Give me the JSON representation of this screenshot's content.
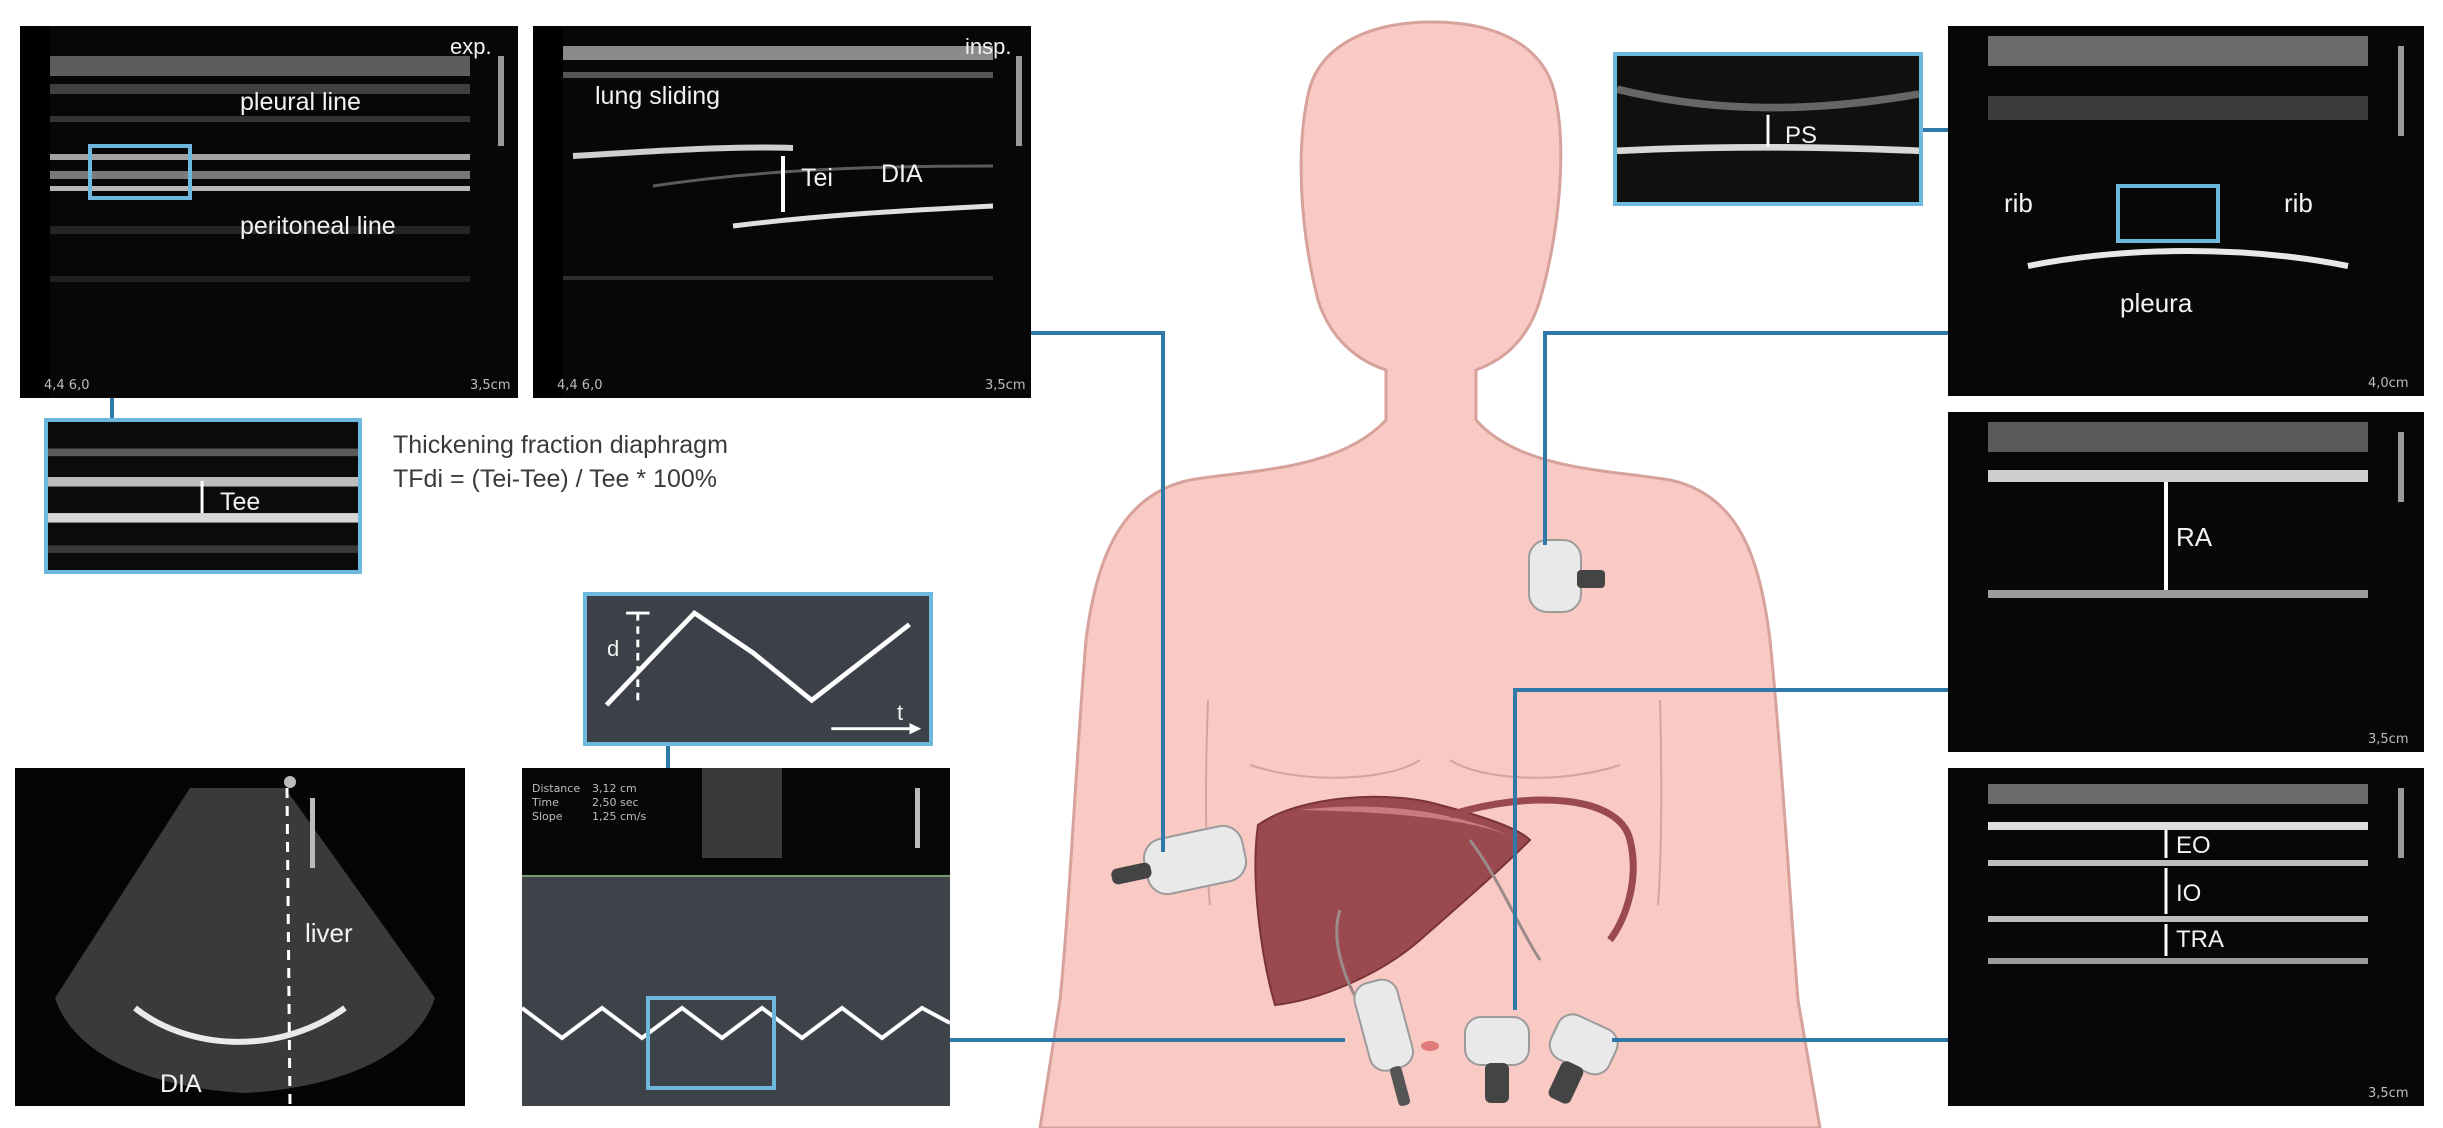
{
  "panels": {
    "tee": {
      "mode_label": "exp.",
      "pleural_line": "pleural line",
      "peritoneal_line": "peritoneal line",
      "inset_label": "Tee",
      "depth": "3,5cm",
      "freq": "4,4 6,0"
    },
    "tei": {
      "mode_label": "insp.",
      "lung_sliding": "lung sliding",
      "tei_label": "Tei",
      "dia_label": "DIA",
      "depth": "3,5cm",
      "freq": "4,4 6,0"
    },
    "formula": {
      "line1": "Thickening fraction diaphragm",
      "line2": "TFdi = (Tei-Tee) / Tee * 100%"
    },
    "liver": {
      "liver_label": "liver",
      "dia_label": "DIA"
    },
    "mmode": {
      "distance": "Distance",
      "distance_val": "3,12 cm",
      "time": "Time",
      "time_val": "2,50 sec",
      "slope": "Slope",
      "slope_val": "1,25 cm/s",
      "inset_d": "d",
      "inset_t": "t"
    },
    "ps": {
      "inset_label": "PS",
      "rib_left": "rib",
      "rib_right": "rib",
      "pleura": "pleura",
      "depth": "4,0cm"
    },
    "ra": {
      "label": "RA",
      "depth": "3,5cm"
    },
    "abd": {
      "eo": "EO",
      "io": "IO",
      "tra": "TRA",
      "depth": "3,5cm"
    }
  },
  "colors": {
    "connector": "#2f78a8",
    "inset_border": "#6fb8dd",
    "skin": "#f9c9c4",
    "skin_outline": "#d8a29c",
    "liver": "#9a4a4f"
  },
  "icons": [
    "ultrasound-probe-icon",
    "marker-dot-icon"
  ]
}
